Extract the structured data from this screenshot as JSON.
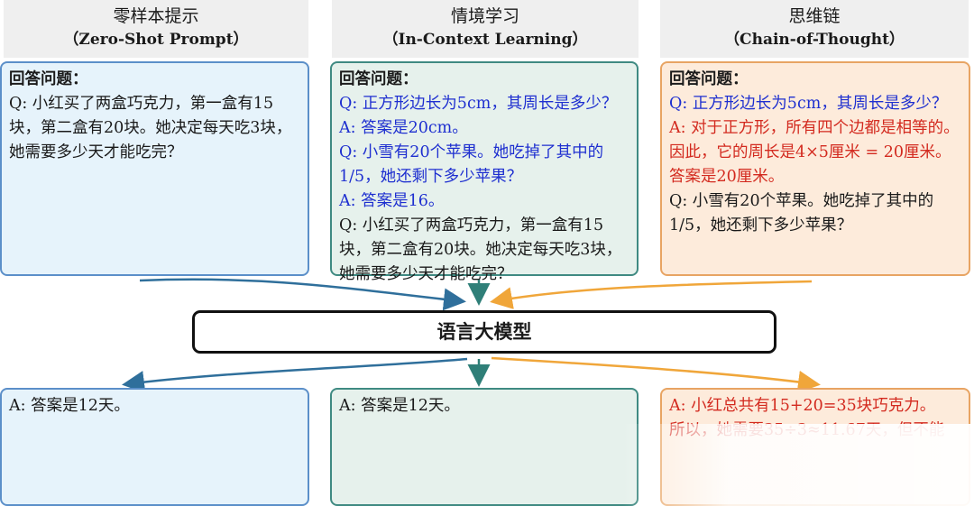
{
  "columns": [
    {
      "title_zh": "零样本提示",
      "title_en": "（Zero-Shot Prompt）"
    },
    {
      "title_zh": "情境学习",
      "title_en": "（In-Context Learning）"
    },
    {
      "title_zh": "思维链",
      "title_en": "（Chain-of-Thought）"
    }
  ],
  "inputs": {
    "zero_shot": {
      "label": "回答问题：",
      "question": "Q: 小红买了两盒巧克力，第一盒有15块，第二盒有20块。她决定每天吃3块，她需要多少天才能吃完？"
    },
    "in_context": {
      "label": "回答问题：",
      "q1": "Q: 正方形边长为5cm，其周长是多少？",
      "a1": "A: 答案是20cm。",
      "q2": "Q: 小雪有20个苹果。她吃掉了其中的1/5，她还剩下多少苹果？",
      "a2": "A: 答案是16。",
      "q3": "Q: 小红买了两盒巧克力，第一盒有15块，第二盒有20块。她决定每天吃3块，她需要多少天才能吃完？"
    },
    "chain_of_thought": {
      "label": "回答问题：",
      "q1": "Q: 正方形边长为5cm，其周长是多少？",
      "a1": "A: 对于正方形，所有四个边都是相等的。因此，它的周长是4×5厘米 = 20厘米。答案是20厘米。",
      "q2": "Q: 小雪有20个苹果。她吃掉了其中的1/5，她还剩下多少苹果？"
    }
  },
  "llm_label": "语言大模型",
  "outputs": {
    "zero_shot": "A: 答案是12天。",
    "in_context": "A: 答案是12天。",
    "chain_of_thought_1": "A: 小红总共有15+20=35块巧克力。",
    "chain_of_thought_2": "所以，她需要35÷3≈11.67天，但不能"
  },
  "colors": {
    "zero_shot_arrow": "#2f6f9b",
    "in_context_arrow": "#2f7f78",
    "cot_arrow": "#f0a63a",
    "question_blue": "#1e2fd0",
    "answer_red": "#d32a1f"
  }
}
